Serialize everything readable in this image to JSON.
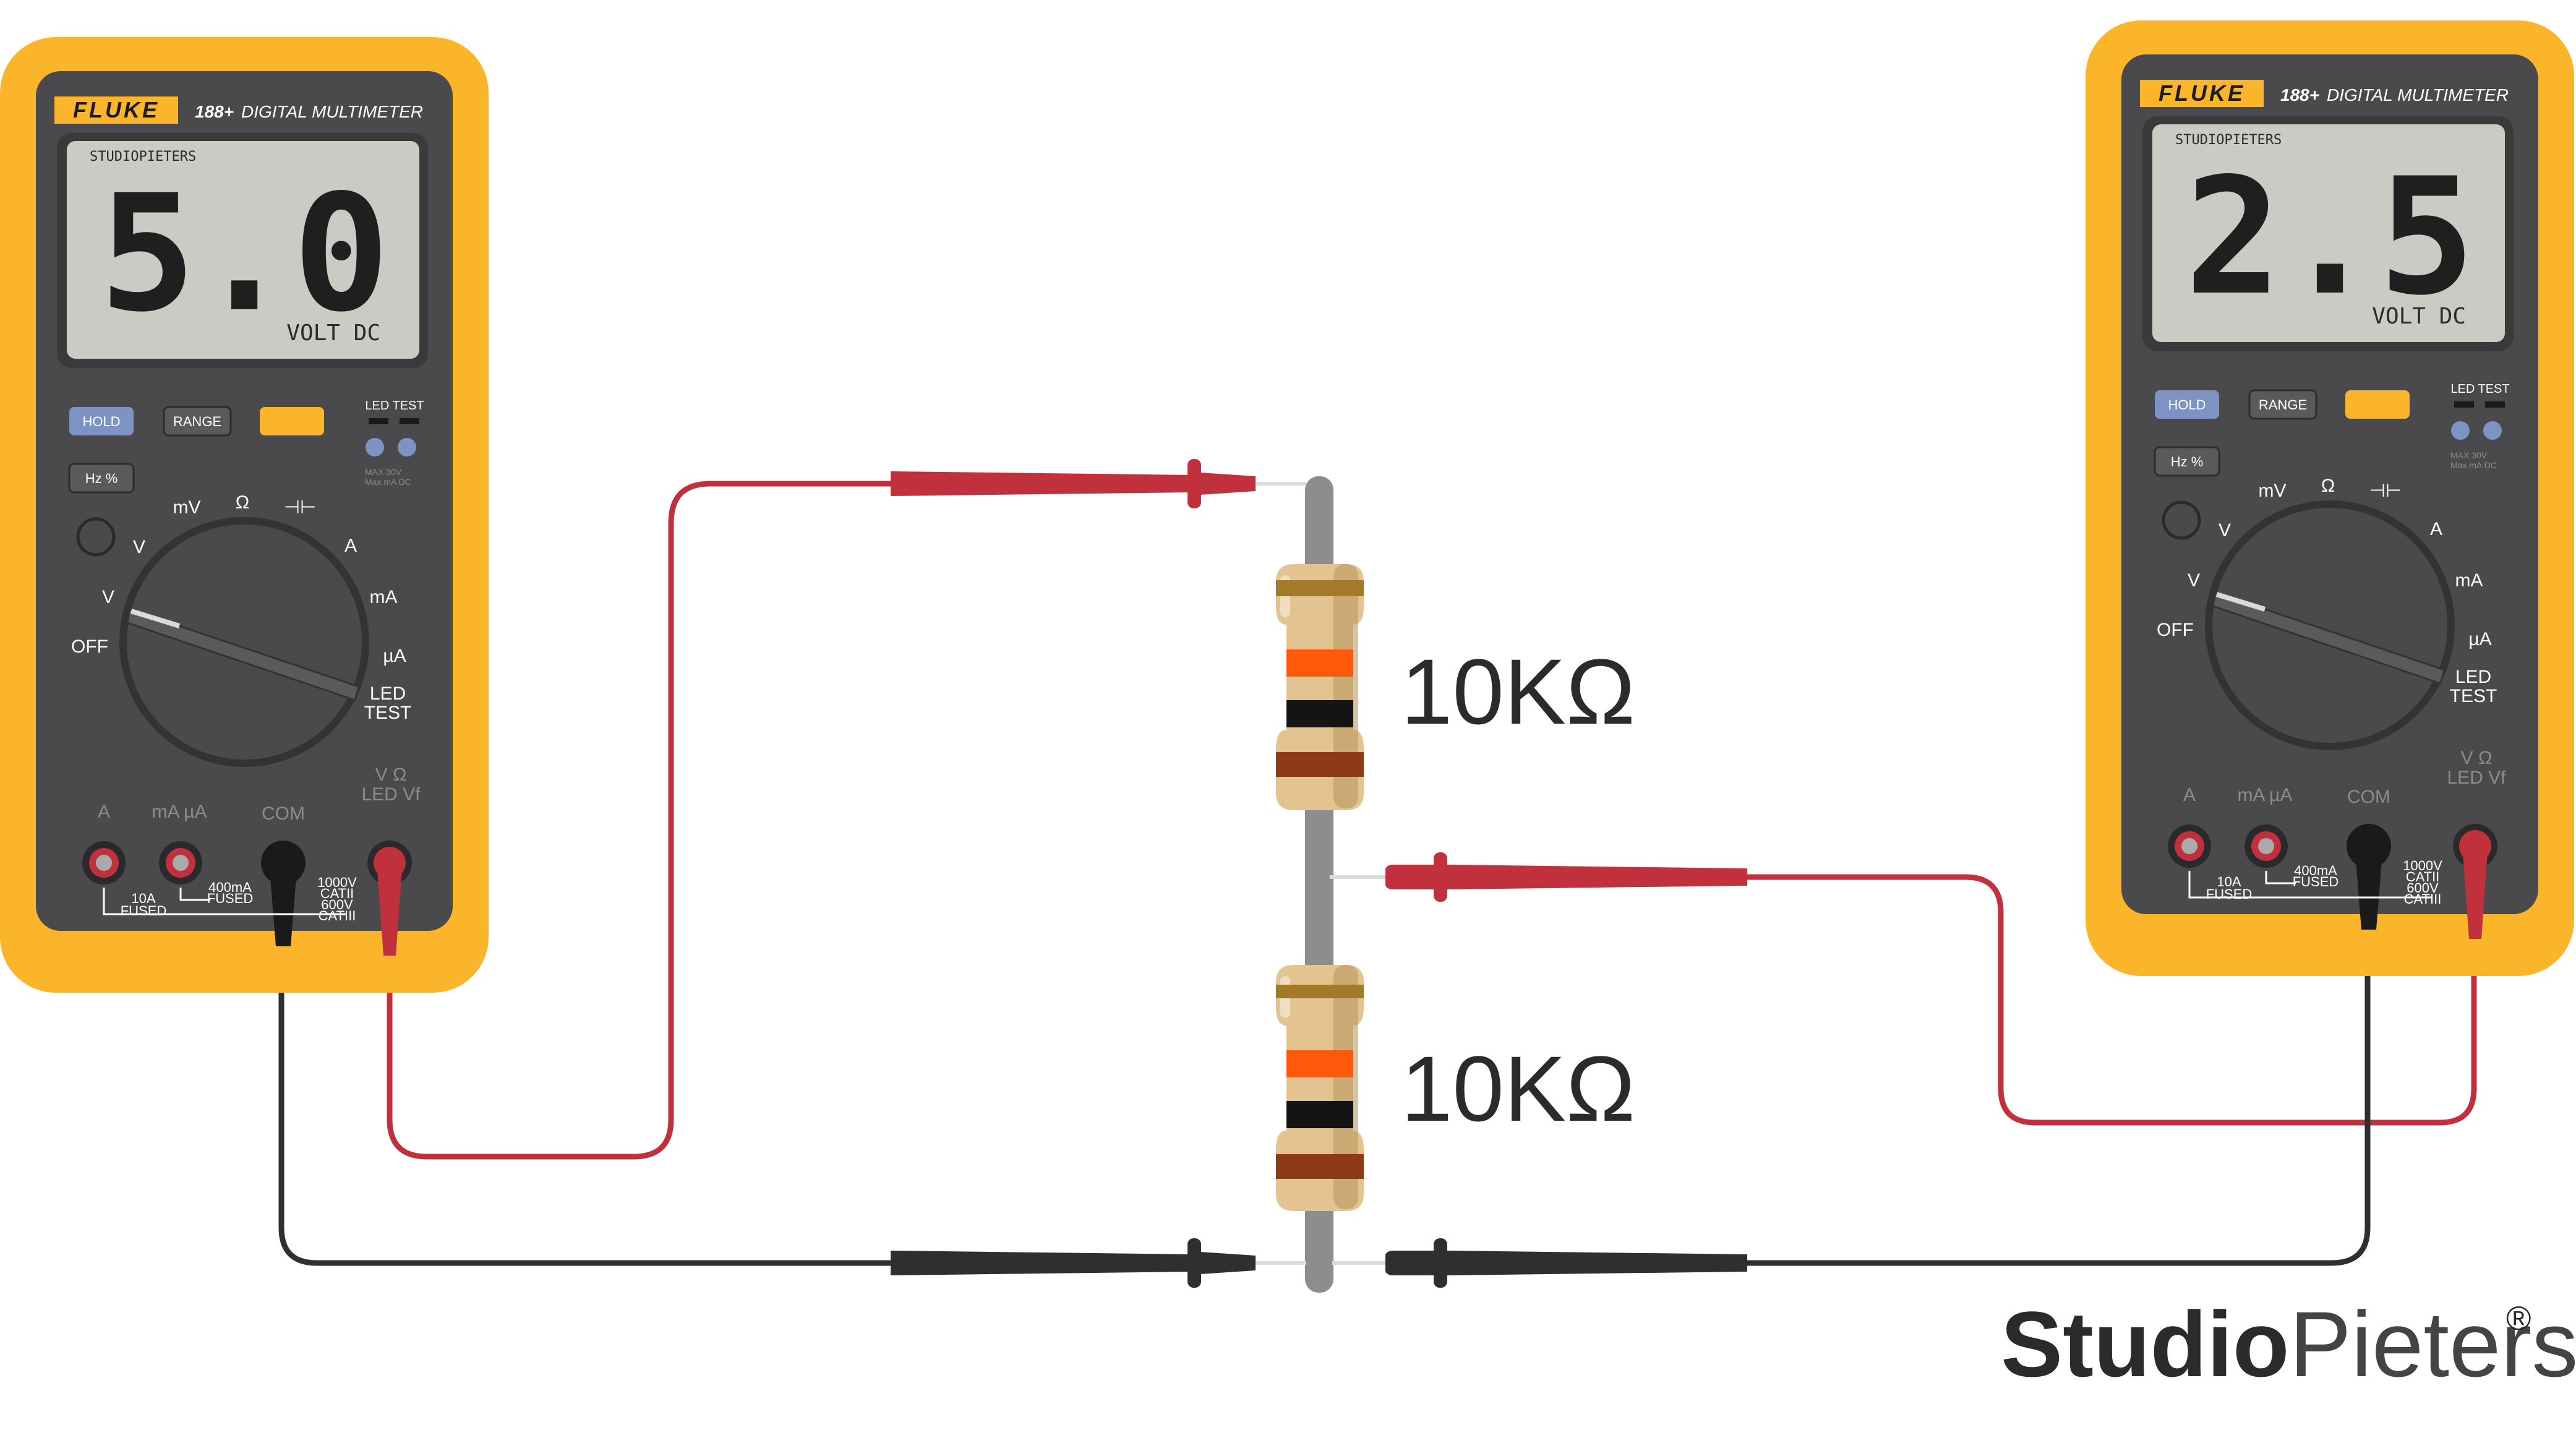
{
  "meter_left": {
    "brand": "FLUKE",
    "model": "188+",
    "model_suffix": "DIGITAL MULTIMETER",
    "lcd_owner": "STUDIOPIETERS",
    "reading": "5.0",
    "unit": "VOLT DC",
    "buttons": {
      "hold": "HOLD",
      "range": "RANGE",
      "hz": "Hz %"
    },
    "led_test": "LED TEST",
    "led_rating_1": "MAX 30V",
    "led_rating_2": "Max mA DC",
    "dial": {
      "mv": "mV",
      "ohm": "Ω",
      "cap": "⊣⊢",
      "a": "A",
      "ma": "mA",
      "ua": "µA",
      "led1": "LED",
      "led2": "TEST",
      "v_small": "V",
      "v": "V",
      "off": "OFF"
    },
    "jacks": {
      "a": "A",
      "maua": "mA µA",
      "com": "COM",
      "vohm1": "V Ω",
      "vohm2": "LED Vf"
    },
    "fuse": {
      "a1": "10A",
      "a2": "FUSED",
      "ma1": "400mA",
      "ma2": "FUSED",
      "cat1": "1000V",
      "cat2": "CATII",
      "cat3": "600V",
      "cat4": "CATIII"
    }
  },
  "meter_right": {
    "brand": "FLUKE",
    "model": "188+",
    "model_suffix": "DIGITAL MULTIMETER",
    "lcd_owner": "STUDIOPIETERS",
    "reading": "2.5",
    "unit": "VOLT DC",
    "buttons": {
      "hold": "HOLD",
      "range": "RANGE",
      "hz": "Hz %"
    },
    "led_test": "LED TEST",
    "led_rating_1": "MAX 30V",
    "led_rating_2": "Max mA DC",
    "dial": {
      "mv": "mV",
      "ohm": "Ω",
      "cap": "⊣⊢",
      "a": "A",
      "ma": "mA",
      "ua": "µA",
      "led1": "LED",
      "led2": "TEST",
      "v_small": "V",
      "v": "V",
      "off": "OFF"
    },
    "jacks": {
      "a": "A",
      "maua": "mA µA",
      "com": "COM",
      "vohm1": "V Ω",
      "vohm2": "LED Vf"
    },
    "fuse": {
      "a1": "10A",
      "a2": "FUSED",
      "ma1": "400mA",
      "ma2": "FUSED",
      "cat1": "1000V",
      "cat2": "CATII",
      "cat3": "600V",
      "cat4": "CATIII"
    }
  },
  "resistors": [
    {
      "label": "10KΩ"
    },
    {
      "label": "10KΩ"
    }
  ],
  "logo": {
    "bold": "Studio",
    "light": "Pieters",
    "mark": "®"
  },
  "colors": {
    "meter_body": "#fbb52a",
    "meter_face": "#4a4a4c",
    "lcd": "#c9cbc5",
    "lcd_text": "#2b2b2b",
    "lead_red": "#c1313d",
    "lead_black": "#2f2f2f",
    "wire_grey": "#8d8d8d",
    "resistor_body": "#e3c491",
    "band_orange": "#ff5a0c",
    "band_black": "#141414",
    "band_brown": "#8c3b16",
    "band_gold": "#a37a2a"
  }
}
